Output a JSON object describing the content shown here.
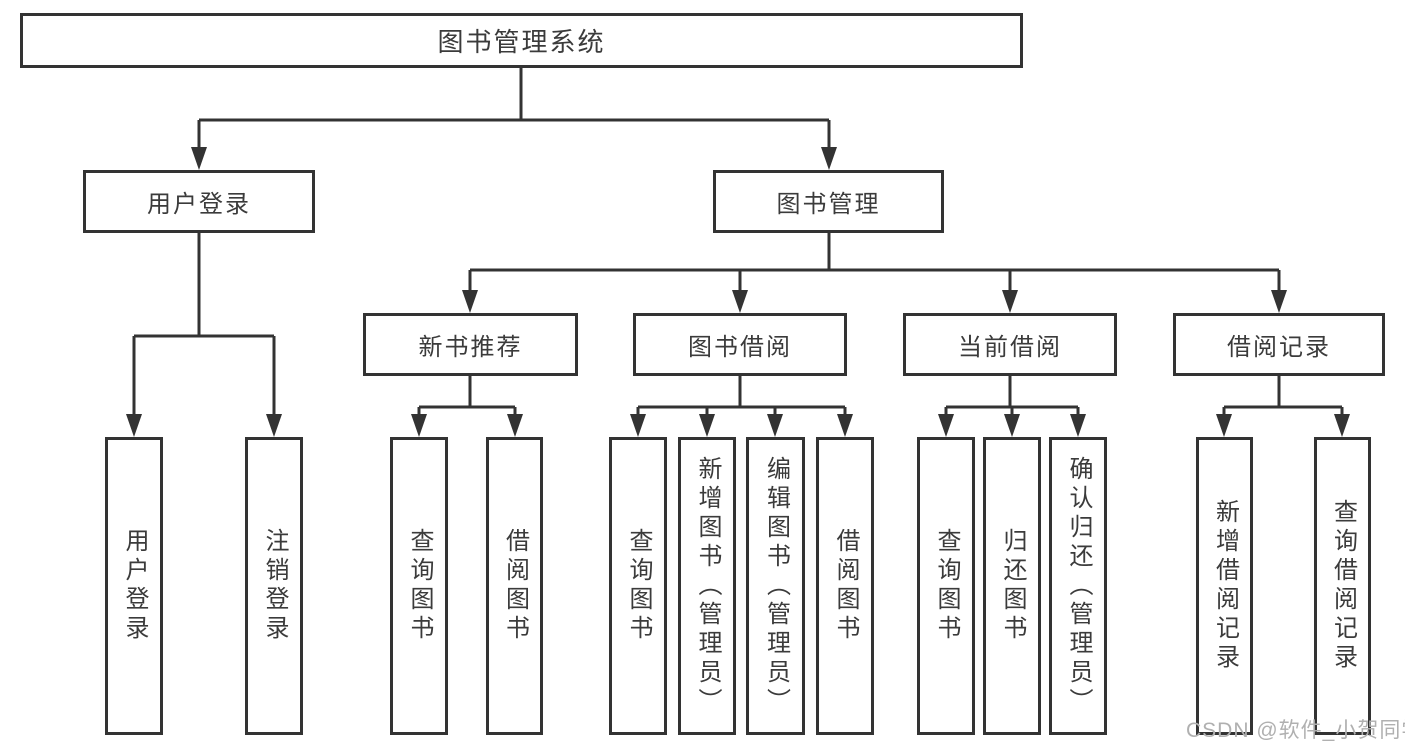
{
  "nodes": {
    "root": "图书管理系统",
    "user_login": "用户登录",
    "book_management": "图书管理",
    "new_book_recommend": "新书推荐",
    "book_borrowing": "图书借阅",
    "current_borrowing": "当前借阅",
    "borrowing_records": "借阅记录",
    "leaf_user_login": "用户登录",
    "leaf_logout": "注销登录",
    "leaf_query_book_recommend": "查询图书",
    "leaf_borrow_book_recommend": "借阅图书",
    "leaf_query_book_borrowing": "查询图书",
    "leaf_add_book_admin": "新增图书（管理员）",
    "leaf_edit_book_admin": "编辑图书（管理员）",
    "leaf_borrow_book_borrowing": "借阅图书",
    "leaf_query_book_current": "查询图书",
    "leaf_return_book": "归还图书",
    "leaf_confirm_return_admin": "确认归还（管理员）",
    "leaf_add_borrow_record": "新增借阅记录",
    "leaf_query_borrow_record": "查询借阅记录"
  },
  "watermark": "CSDN @软件_小贺同学",
  "colors": {
    "line": "#333333",
    "text": "#3b3b3b",
    "watermark": "#b0b0b0",
    "background": "#ffffff"
  }
}
